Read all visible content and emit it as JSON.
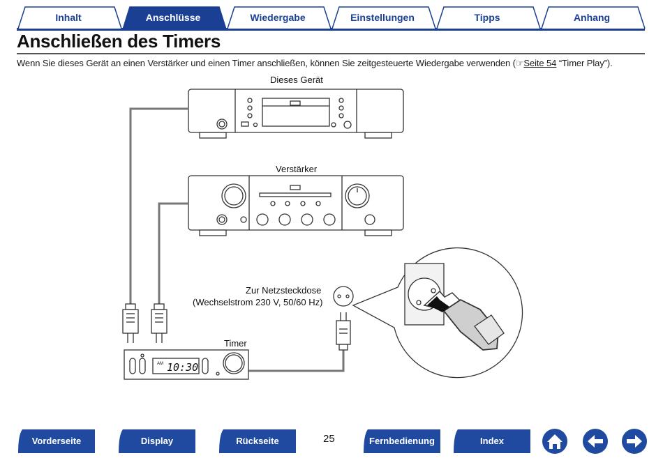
{
  "tabs": [
    {
      "label": "Inhalt",
      "active": false
    },
    {
      "label": "Anschlüsse",
      "active": true
    },
    {
      "label": "Wiedergabe",
      "active": false
    },
    {
      "label": "Einstellungen",
      "active": false
    },
    {
      "label": "Tipps",
      "active": false
    },
    {
      "label": "Anhang",
      "active": false
    }
  ],
  "title": "Anschließen des Timers",
  "intro": {
    "text_before": "Wenn Sie dieses Gerät an einen Verstärker und einen Timer anschließen, können Sie zeitgesteuerte Wiedergabe verwenden (",
    "link_icon": "pointing-hand-icon",
    "link": "Seite 54",
    "text_after": " “Timer Play”)."
  },
  "diagram": {
    "device_label": "Dieses Gerät",
    "amplifier_label": "Verstärker",
    "outlet_label_line1": "Zur Netzsteckdose",
    "outlet_label_line2": "(Wechselstrom 230 V, 50/60 Hz)",
    "timer_label": "Timer",
    "timer_display": "10:30",
    "timer_am": "AM"
  },
  "colors": {
    "brand_blue": "#1b3f93",
    "tab_active": "#1b3f93",
    "nav_button": "#1f4aa0"
  },
  "page_number": "25",
  "nav": {
    "front": "Vorderseite",
    "display": "Display",
    "back": "Rückseite",
    "remote": "Fernbedienung",
    "index": "Index",
    "home_icon": "home-icon",
    "prev_icon": "arrow-left-icon",
    "next_icon": "arrow-right-icon"
  }
}
